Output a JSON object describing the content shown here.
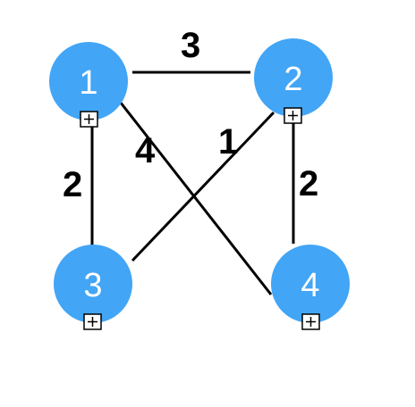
{
  "graph": {
    "node_color": "#42a5f5",
    "edge_color": "#000000",
    "nodes": [
      {
        "id": "1",
        "label": "1"
      },
      {
        "id": "2",
        "label": "2"
      },
      {
        "id": "3",
        "label": "3"
      },
      {
        "id": "4",
        "label": "4"
      }
    ],
    "edges": [
      {
        "from": "1",
        "to": "2",
        "weight": "3"
      },
      {
        "from": "1",
        "to": "3",
        "weight": "2"
      },
      {
        "from": "1",
        "to": "4",
        "weight": "4"
      },
      {
        "from": "2",
        "to": "3",
        "weight": "1"
      },
      {
        "from": "2",
        "to": "4",
        "weight": "2"
      }
    ],
    "expand_icon": "plus-box-icon"
  }
}
